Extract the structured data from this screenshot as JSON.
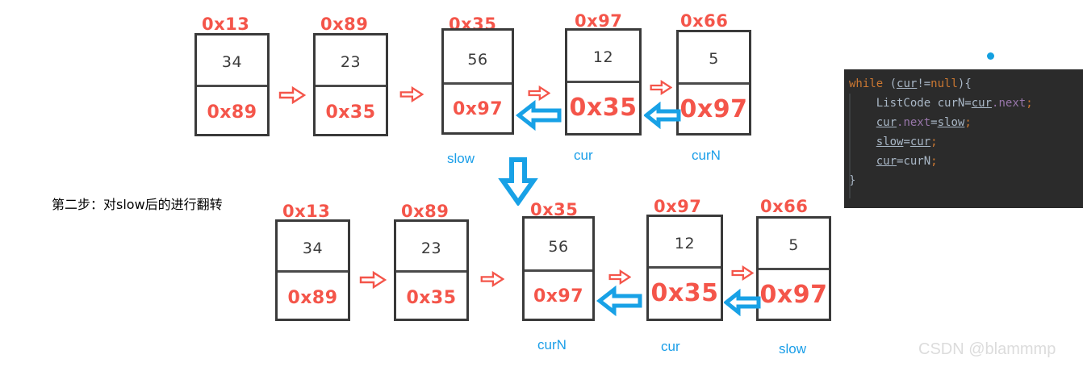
{
  "caption": {
    "text": "第二步：对slow后的进行翻转"
  },
  "watermark": {
    "text": "CSDN @blammmp"
  },
  "colors": {
    "address_red": "#f4554a",
    "pointer_blue": "#1a9ee8",
    "node_border": "#3a3a3a",
    "code_background": "#2b2b2b",
    "code_keyword": "#cc7832",
    "code_field": "#9876aa",
    "code_default": "#a9b7c6"
  },
  "rows": [
    {
      "id": "row-top",
      "nodes": [
        {
          "address": "0x13",
          "value": "34",
          "pointer": "0x89"
        },
        {
          "address": "0x89",
          "value": "23",
          "pointer": "0x35"
        },
        {
          "address": "0x35",
          "value": "56",
          "pointer": "0x97"
        },
        {
          "address": "0x97",
          "value": "12",
          "pointer": "0x35"
        },
        {
          "address": "0x66",
          "value": "5",
          "pointer": "0x97"
        }
      ],
      "pointer_labels": [
        {
          "name": "slow",
          "node_index": 2
        },
        {
          "name": "cur",
          "node_index": 3
        },
        {
          "name": "curN",
          "node_index": 4
        }
      ]
    },
    {
      "id": "row-bottom",
      "nodes": [
        {
          "address": "0x13",
          "value": "34",
          "pointer": "0x89"
        },
        {
          "address": "0x89",
          "value": "23",
          "pointer": "0x35"
        },
        {
          "address": "0x35",
          "value": "56",
          "pointer": "0x97"
        },
        {
          "address": "0x97",
          "value": "12",
          "pointer": "0x35"
        },
        {
          "address": "0x66",
          "value": "5",
          "pointer": "0x97"
        }
      ],
      "pointer_labels": [
        {
          "name": "curN",
          "node_index": 2
        },
        {
          "name": "cur",
          "node_index": 3
        },
        {
          "name": "slow",
          "node_index": 4
        }
      ]
    }
  ],
  "code": {
    "language": "java",
    "lines": [
      "while (cur!=null){",
      "    ListCode curN=cur.next;",
      "    cur.next=slow;",
      "    slow=cur;",
      "    cur=curN;",
      "}"
    ]
  }
}
